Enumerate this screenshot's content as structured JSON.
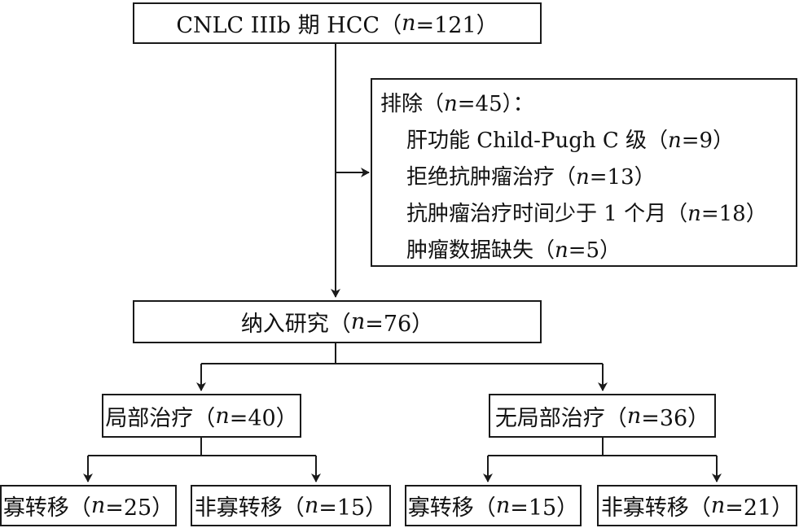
{
  "top": {
    "prefix": "CNLC IIIb 期 HCC（",
    "n": "n",
    "suffix": "=121）"
  },
  "exclusion": {
    "title_prefix": "排除（",
    "title_n": "n",
    "title_suffix": "=45）：",
    "items": [
      {
        "prefix": "肝功能 Child-Pugh C 级（",
        "n": "n",
        "suffix": "=9）"
      },
      {
        "prefix": "拒绝抗肿瘤治疗（",
        "n": "n",
        "suffix": "=13）"
      },
      {
        "prefix": "抗肿瘤治疗时间少于 1 个月（",
        "n": "n",
        "suffix": "=18）"
      },
      {
        "prefix": "肿瘤数据缺失（",
        "n": "n",
        "suffix": "=5）"
      }
    ]
  },
  "included": {
    "prefix": "纳入研究（",
    "n": "n",
    "suffix": "=76）"
  },
  "local": {
    "prefix": "局部治疗（",
    "n": "n",
    "suffix": "=40）"
  },
  "nonlocal": {
    "prefix": "无局部治疗（",
    "n": "n",
    "suffix": "=36）"
  },
  "local_oligo": {
    "prefix": "寡转移（",
    "n": "n",
    "suffix": "=25）"
  },
  "local_nonoligo": {
    "prefix": "非寡转移（",
    "n": "n",
    "suffix": "=15）"
  },
  "nonlocal_oligo": {
    "prefix": "寡转移（",
    "n": "n",
    "suffix": "=15）"
  },
  "nonlocal_nonoligo": {
    "prefix": "非寡转移（",
    "n": "n",
    "suffix": "=21）"
  }
}
